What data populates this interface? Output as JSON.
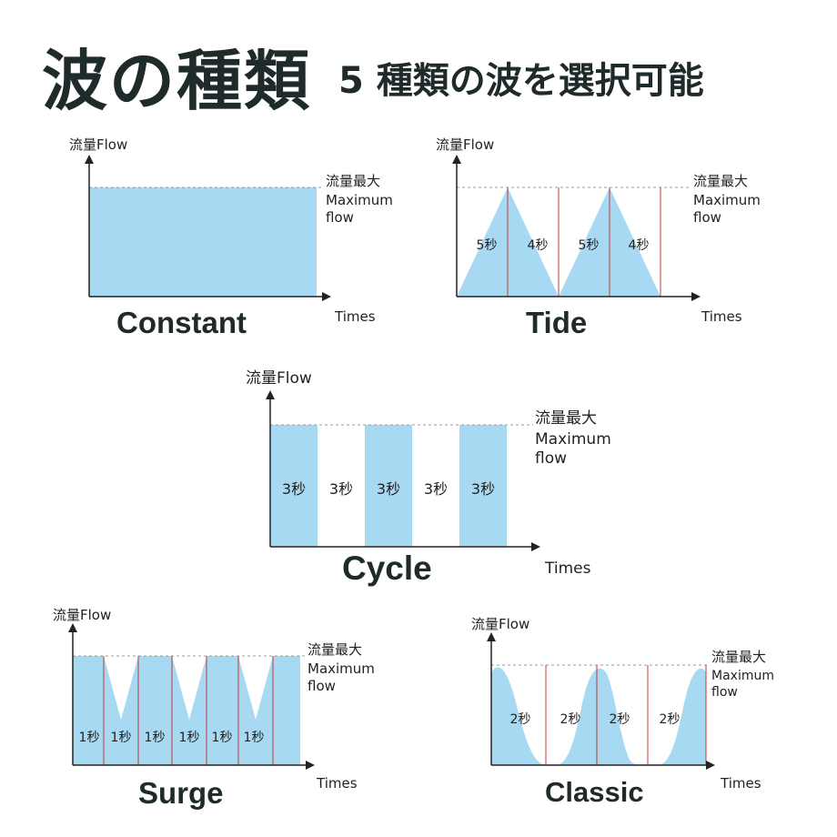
{
  "header": {
    "title": "波の種類",
    "subtitle": "5 種類の波を選択可能"
  },
  "labels": {
    "flow": "流量Flow",
    "max_jp": "流量最大",
    "max_en1": "Maximum",
    "max_en2": "flow",
    "times": "Times"
  },
  "colors": {
    "fill": "#a7d9f2",
    "axis": "#222222",
    "divider": "#c0393b",
    "dash": "#999999",
    "text": "#1f2a2a"
  },
  "waves": {
    "constant": {
      "name": "Constant",
      "segments": []
    },
    "tide": {
      "name": "Tide",
      "segments": [
        "5秒",
        "4秒",
        "5秒",
        "4秒"
      ]
    },
    "cycle": {
      "name": "Cycle",
      "segments": [
        "3秒",
        "3秒",
        "3秒",
        "3秒",
        "3秒"
      ]
    },
    "surge": {
      "name": "Surge",
      "segments": [
        "1秒",
        "1秒",
        "1秒",
        "1秒",
        "1秒",
        "1秒"
      ]
    },
    "classic": {
      "name": "Classic",
      "segments": [
        "2秒",
        "2秒",
        "2秒",
        "2秒"
      ]
    }
  }
}
